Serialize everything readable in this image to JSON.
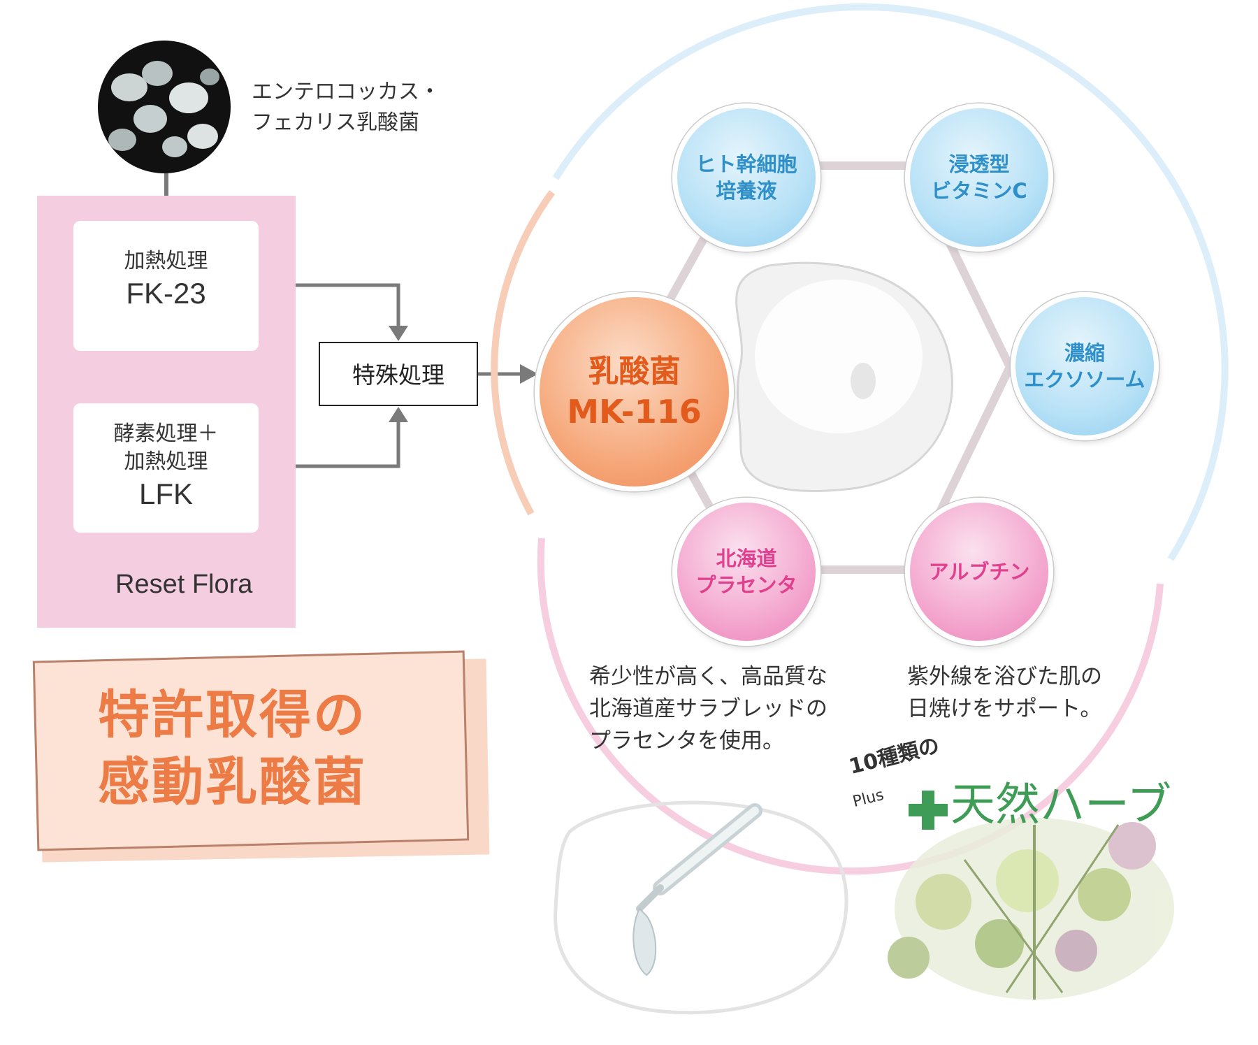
{
  "bacteria": {
    "caption_line1": "エンテロコッカス・",
    "caption_line2": "フェカリス乳酸菌"
  },
  "process": {
    "fk": {
      "label": "加熱処理",
      "code": "FK-23"
    },
    "lfk": {
      "label_line1": "酵素処理＋",
      "label_line2": "加熱処理",
      "code": "LFK"
    },
    "special": "特殊処理",
    "brand": "Reset Flora"
  },
  "patent": {
    "line1": "特許取得の",
    "line2": "感動乳酸菌"
  },
  "nodes": {
    "lactic": {
      "line1": "乳酸菌",
      "line2": "MK-116"
    },
    "stem": {
      "line1": "ヒト幹細胞",
      "line2": "培養液"
    },
    "vitc": {
      "line1": "浸透型",
      "line2": "ビタミンC"
    },
    "exosome": {
      "line1": "濃縮",
      "line2": "エクソソーム"
    },
    "placenta": {
      "line1": "北海道",
      "line2": "プラセンタ"
    },
    "arbutin": {
      "line1": "アルブチン"
    }
  },
  "descriptions": {
    "placenta_line1": "希少性が高く、高品質な",
    "placenta_line2": "北海道産サラブレッドの",
    "placenta_line3": "プラセンタを使用。",
    "arbutin_line1": "紫外線を浴びた肌の",
    "arbutin_line2": "日焼けをサポート。"
  },
  "herbs": {
    "count": "10種類の",
    "plus": "Plus",
    "title": "天然ハーブ"
  },
  "colors": {
    "panel_pink": "#f5cde0",
    "blue_node": "#8fcdf0",
    "pink_node": "#ea80b8",
    "orange_node": "#ef8854",
    "patent_orange": "#ec7b46",
    "herb_green": "#3f9c56"
  }
}
